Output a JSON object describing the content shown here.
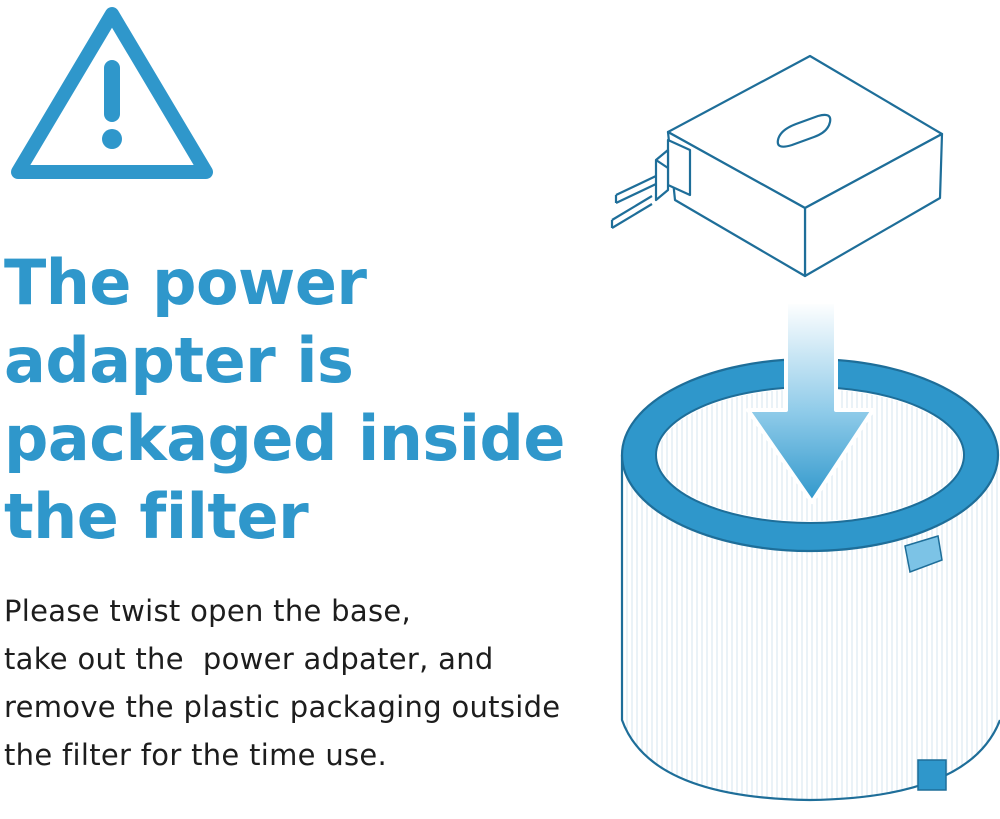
{
  "icons": {
    "warning": "warning-triangle-icon",
    "adapter": "power-adapter-icon",
    "arrow": "down-arrow-icon",
    "filter": "cylindrical-filter-icon"
  },
  "colors": {
    "accent": "#2f97cb",
    "line": "#1e6e99",
    "text": "#1d1d1d",
    "background": "#ffffff"
  },
  "headline": {
    "lines": [
      "The power",
      "adapter is",
      "packaged inside",
      "the filter"
    ]
  },
  "instructions": {
    "lines": [
      "Please twist open the base,",
      "take out the  power adpater, and",
      "remove the plastic packaging outside",
      "the filter for the time use."
    ]
  }
}
